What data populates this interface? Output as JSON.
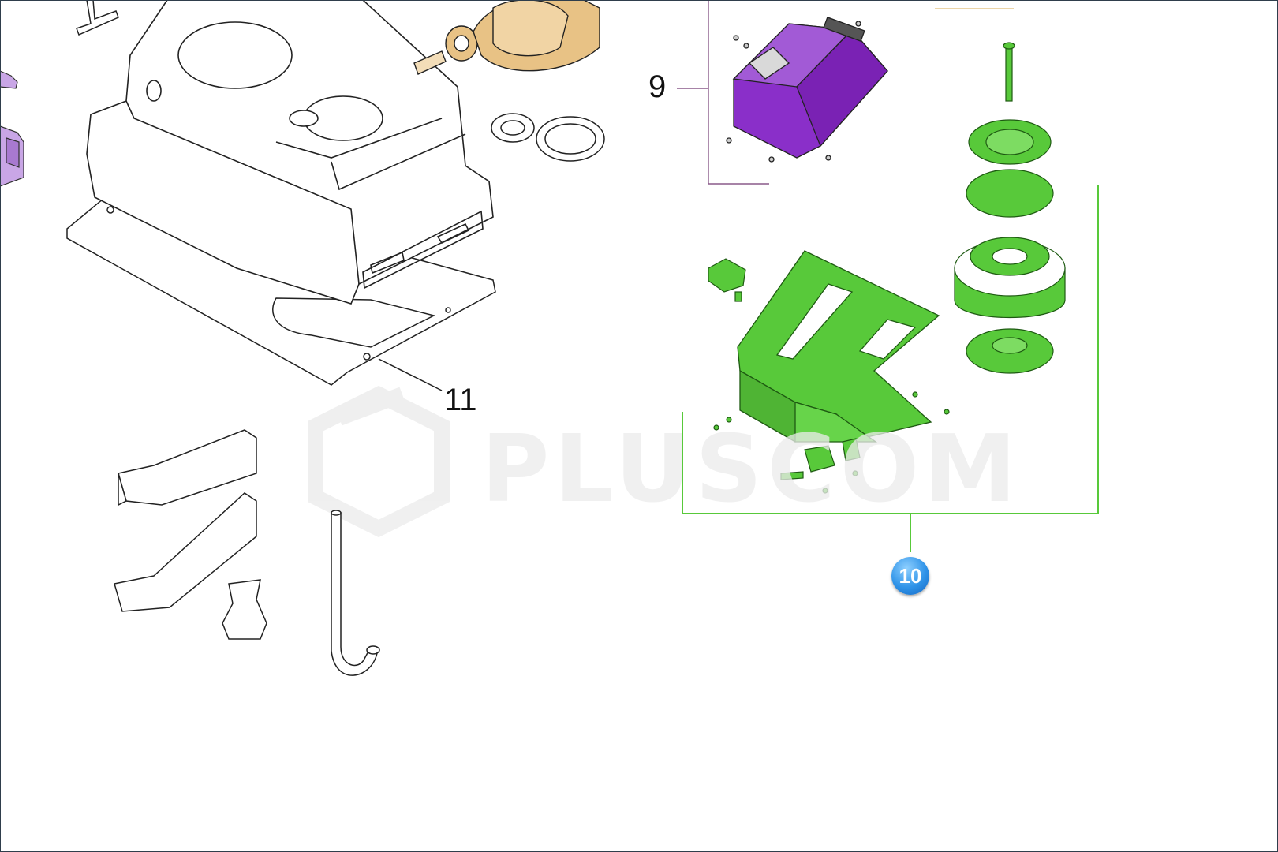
{
  "callouts": {
    "part_9": "9",
    "part_10": "10",
    "part_11": "11"
  },
  "watermark": {
    "text": "PLUSCOM"
  },
  "colors": {
    "group_10_accent": "#58c93a",
    "part_9_accent": "#8a2fc9",
    "gear_accent": "#e8c285",
    "badge_blue": "#2f93e8",
    "outline": "#222222"
  }
}
